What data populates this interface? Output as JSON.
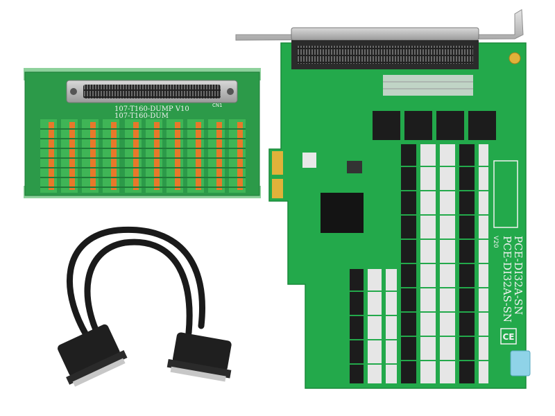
{
  "terminal_board": {
    "model_line_1": "107-T160-DUMP V10",
    "model_line_2": "107-T160-DUM",
    "connector_label": "CN1"
  },
  "pcie_card": {
    "model_line_1": "PCE-DI32A-SN",
    "model_line_2": "PCE-DI32AS-SN",
    "version": "V20",
    "ce_mark": "CE"
  },
  "colors": {
    "pcb_green": "#22a84a",
    "terminal_green": "#3fb556",
    "terminal_orange": "#e8782a",
    "bracket_silver": "#c8c8c8",
    "cable_black": "#1a1a1a"
  },
  "icons": [
    "scsi-connector-icon",
    "ce-mark-icon"
  ]
}
